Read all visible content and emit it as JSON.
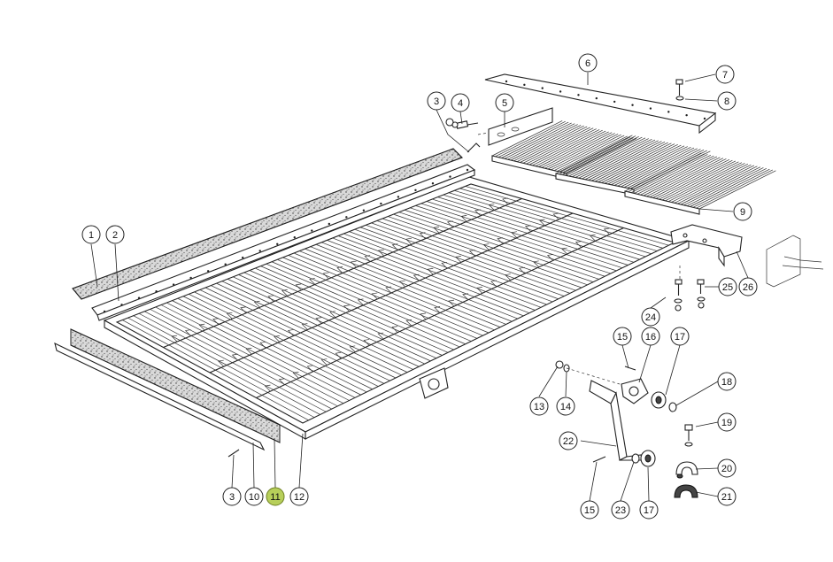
{
  "highlight_color": "#b7cf5a",
  "callouts": [
    {
      "label": "1",
      "highlighted": false
    },
    {
      "label": "2",
      "highlighted": false
    },
    {
      "label": "3",
      "highlighted": false
    },
    {
      "label": "4",
      "highlighted": false
    },
    {
      "label": "5",
      "highlighted": false
    },
    {
      "label": "6",
      "highlighted": false
    },
    {
      "label": "7",
      "highlighted": false
    },
    {
      "label": "8",
      "highlighted": false
    },
    {
      "label": "9",
      "highlighted": false
    },
    {
      "label": "3",
      "highlighted": false
    },
    {
      "label": "10",
      "highlighted": false
    },
    {
      "label": "11",
      "highlighted": true
    },
    {
      "label": "12",
      "highlighted": false
    },
    {
      "label": "13",
      "highlighted": false
    },
    {
      "label": "14",
      "highlighted": false
    },
    {
      "label": "15",
      "highlighted": false
    },
    {
      "label": "16",
      "highlighted": false
    },
    {
      "label": "17",
      "highlighted": false
    },
    {
      "label": "18",
      "highlighted": false
    },
    {
      "label": "19",
      "highlighted": false
    },
    {
      "label": "20",
      "highlighted": false
    },
    {
      "label": "21",
      "highlighted": false
    },
    {
      "label": "22",
      "highlighted": false
    },
    {
      "label": "15",
      "highlighted": false
    },
    {
      "label": "23",
      "highlighted": false
    },
    {
      "label": "17",
      "highlighted": false
    },
    {
      "label": "24",
      "highlighted": false
    },
    {
      "label": "25",
      "highlighted": false
    },
    {
      "label": "26",
      "highlighted": false
    }
  ]
}
